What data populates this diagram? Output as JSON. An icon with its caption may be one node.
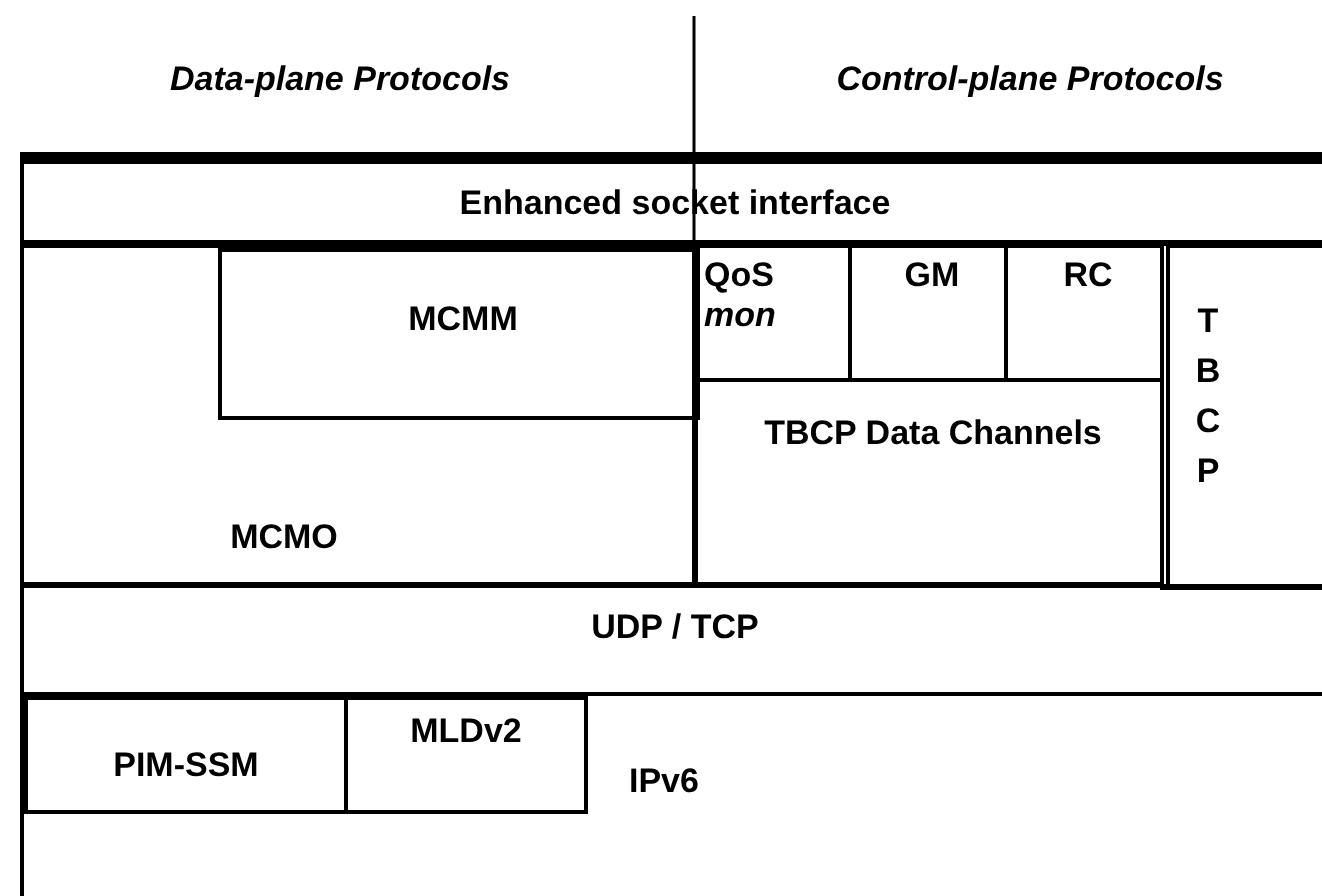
{
  "diagram": {
    "nodes": [
      {
        "text": [
          "Enhanced socket interface"
        ]
      },
      {
        "text": [
          "MCMO"
        ]
      },
      {
        "text": [
          "MCMM"
        ],
        "in": 1
      },
      {
        "text": [
          "QoS *mon*"
        ]
      },
      {
        "text": [
          "GM"
        ]
      },
      {
        "text": [
          "RC"
        ]
      },
      {
        "text": [
          "TBCP Data Channels"
        ]
      },
      {
        "text": [
          "TBCP"
        ]
      },
      {
        "text": [
          "UDP / TCP"
        ]
      },
      {
        "text": [
          "IPv6"
        ]
      },
      {
        "text": [
          "PIM-SSM"
        ],
        "in": 9
      },
      {
        "text": [
          "MLDv2"
        ],
        "in": 9
      }
    ],
    "labels": [
      "Data-plane Protocols",
      "Control-plane Protocols"
    ]
  }
}
